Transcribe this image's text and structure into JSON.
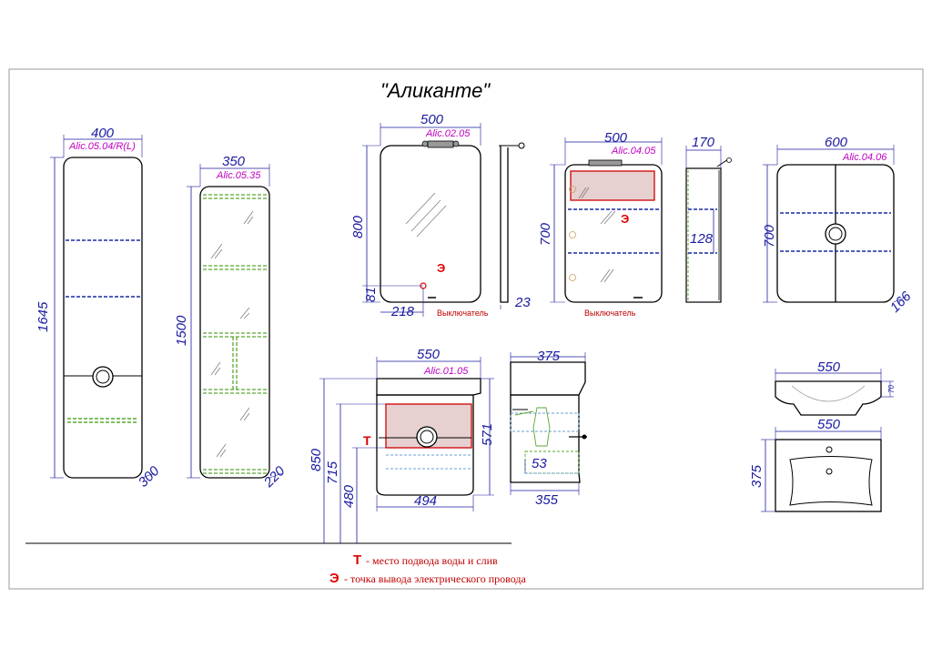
{
  "title": "\"Аликанте\"",
  "colors": {
    "dimension": "#1a1aa0",
    "code": "#c000c0",
    "marker": "#e00000",
    "shelf": "#1a2aa0",
    "glass_shelf": "#5aa832"
  },
  "tall_cabinet": {
    "width": "400",
    "code": "Alic.05.04/R(L)",
    "height": "1645",
    "depth": "300"
  },
  "glass_cabinet": {
    "width": "350",
    "code": "Alic.05.35",
    "height": "1500",
    "depth": "220"
  },
  "mirror": {
    "width": "500",
    "code": "Alic.02.05",
    "height": "800",
    "switch_height": "81",
    "switch_offset": "218",
    "depth": "23",
    "switch_label": "Выключатель"
  },
  "mirror_cabinet": {
    "width": "500",
    "code": "Alic.04.05",
    "height": "700",
    "depth": "170",
    "shelf_height": "128",
    "switch_label": "Выключатель"
  },
  "wall_cabinet": {
    "width": "600",
    "code": "Alic.04.06",
    "height": "700",
    "depth": "166"
  },
  "vanity": {
    "width": "550",
    "code": "Alic.01.05",
    "height_cabinet": "571",
    "bottom_width": "494",
    "floor_850": "850",
    "floor_715": "715",
    "floor_480": "480"
  },
  "vanity_side": {
    "depth": "375",
    "bottom_depth": "355",
    "inner": "53"
  },
  "sink": {
    "front_width": "550",
    "front_height": "70",
    "top_width": "550",
    "top_depth": "375"
  },
  "legend": {
    "water_symbol": "Т",
    "water_text": "- место подвода воды и слив",
    "electric_symbol": "Э",
    "electric_text": "- точка вывода электрического провода"
  },
  "markers": {
    "t": "Т",
    "e": "Э"
  }
}
